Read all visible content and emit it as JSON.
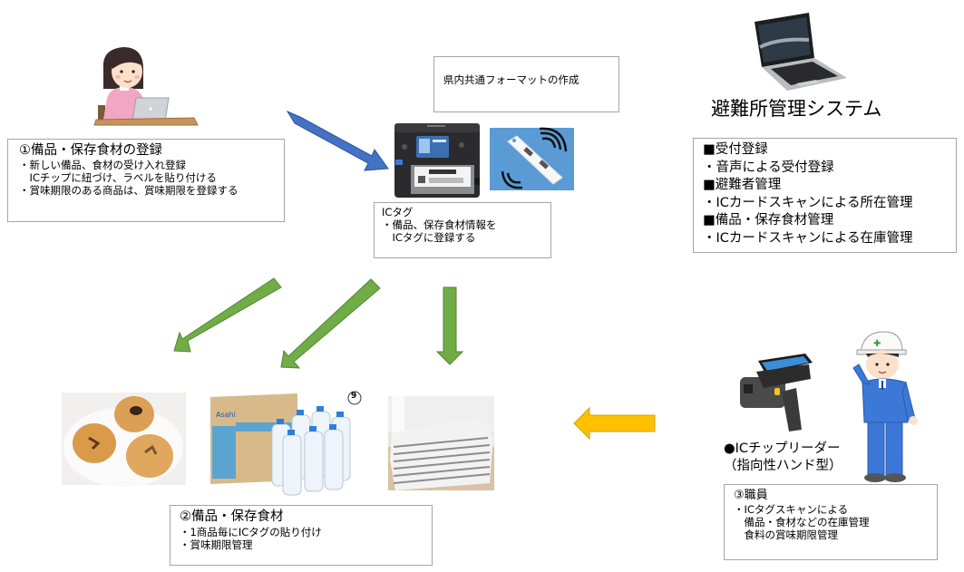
{
  "registration": {
    "title": "①備品・保存食材の登録",
    "lines": [
      "・新しい備品、食材の受け入れ登録",
      "　ICチップに紐づけ、ラベルを貼り付ける",
      "・賞味期限のある商品は、賞味期限を登録する"
    ]
  },
  "format_box": {
    "text": "県内共通フォーマットの作成"
  },
  "ic_tag": {
    "title": "ICタグ",
    "lines": [
      "・備品、保存食材情報を",
      "　ICタグに登録する"
    ]
  },
  "system": {
    "title": "避難所管理システム",
    "lines": [
      "■受付登録",
      "・音声による受付登録",
      "■避難者管理",
      "・ICカードスキャンによる所在管理",
      "■備品・保存食材管理",
      "・ICカードスキャンによる在庫管理"
    ]
  },
  "supplies": {
    "title": "②備品・保存食材",
    "lines": [
      "・1商品毎にICタグの貼り付け",
      "・賞味期限管理"
    ]
  },
  "reader": {
    "lines": [
      "●ICチップリーダー",
      "（指向性ハンド型）"
    ]
  },
  "staff": {
    "title": "③職員",
    "lines": [
      "・ICタグスキャンによる",
      "　備品・食材などの在庫管理",
      "　食料の賞味期限管理"
    ]
  },
  "images": {
    "woman_at_laptop": "woman-laptop-illustration",
    "label_printer": "label-printer-image",
    "ic_tag_image": "rfid-tag-image",
    "laptop": "laptop-image",
    "rfid_reader": "rfid-handheld-reader-image",
    "worker": "worker-helmet-illustration",
    "bread": "bread-image",
    "water_bottles": "water-bottles-image",
    "futon": "futon-bedding-image",
    "water_badge": "9"
  },
  "colors": {
    "blue_arrow": "#4472c4",
    "green_arrow": "#70ad47",
    "yellow_arrow": "#ffc000",
    "box_border": "#a6a6a6"
  }
}
